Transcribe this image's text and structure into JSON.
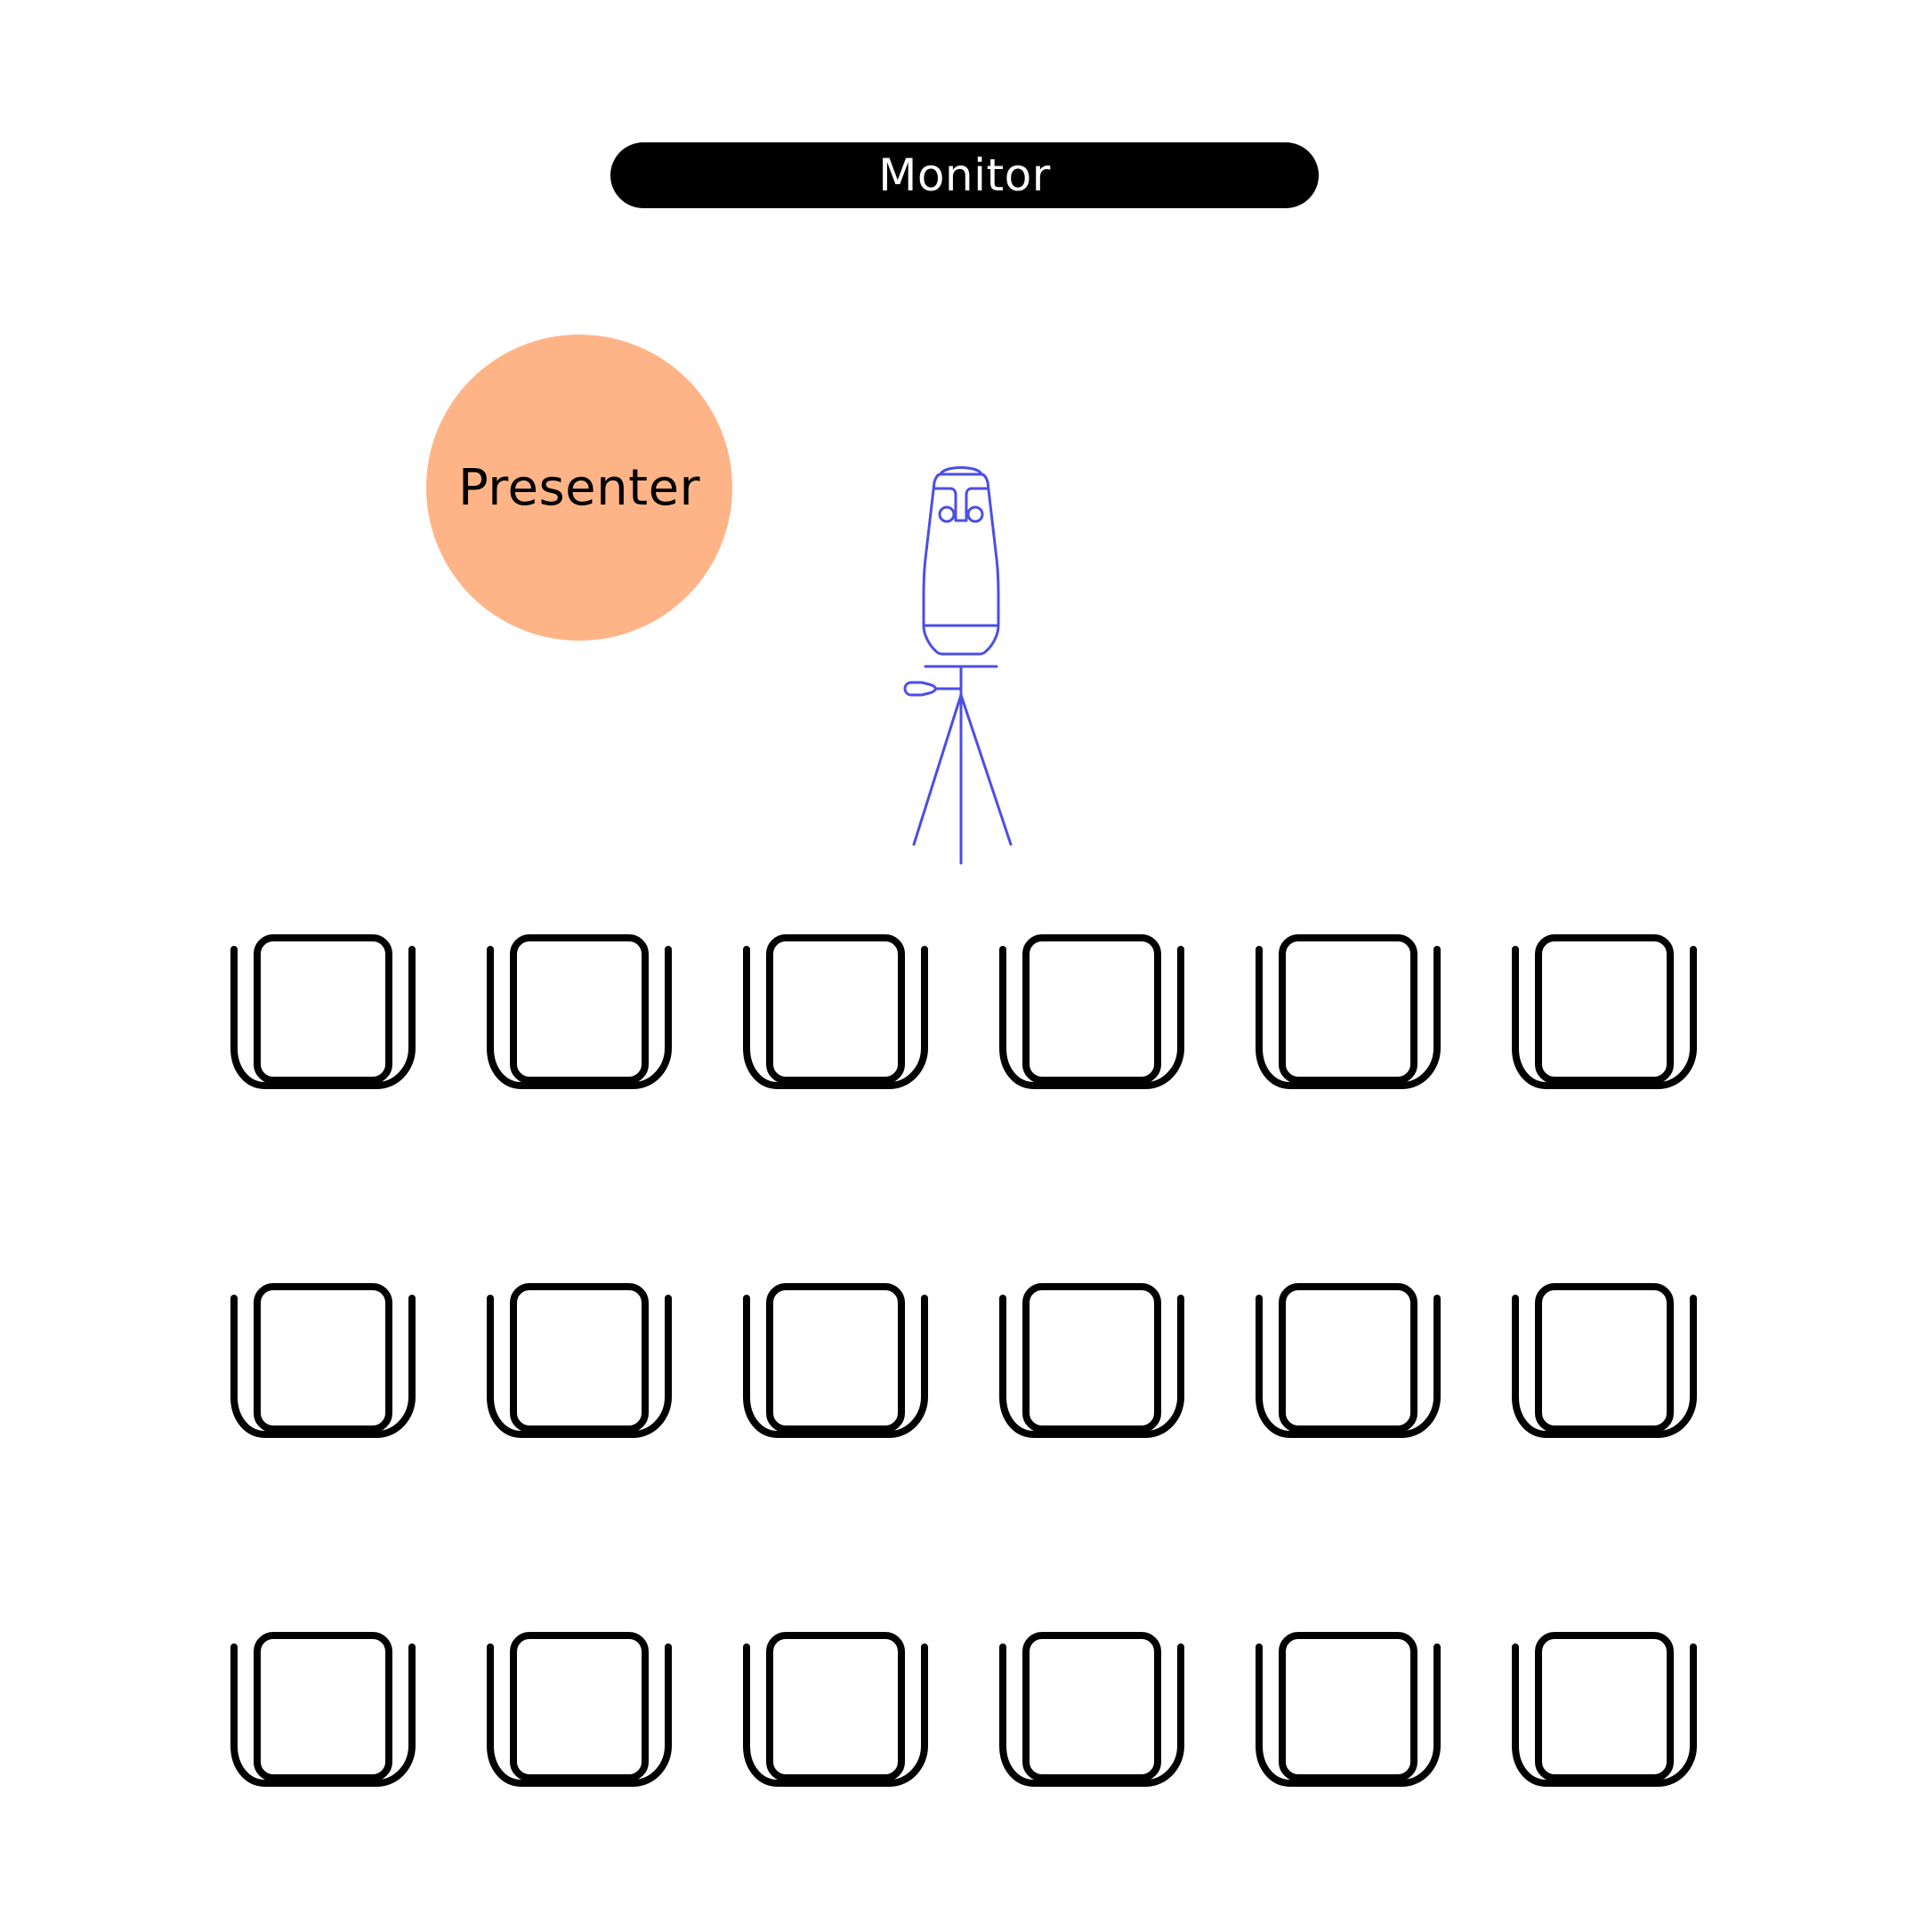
{
  "monitor": {
    "label": "Monitor",
    "color": "#000000"
  },
  "presenter": {
    "label": "Presenter",
    "color": "#ffb487"
  },
  "camera": {
    "icon": "conference-camera-on-tripod-icon",
    "color": "#4b4ee6"
  },
  "seating": {
    "icon": "chair-icon",
    "rows": 3,
    "columns": 6
  }
}
